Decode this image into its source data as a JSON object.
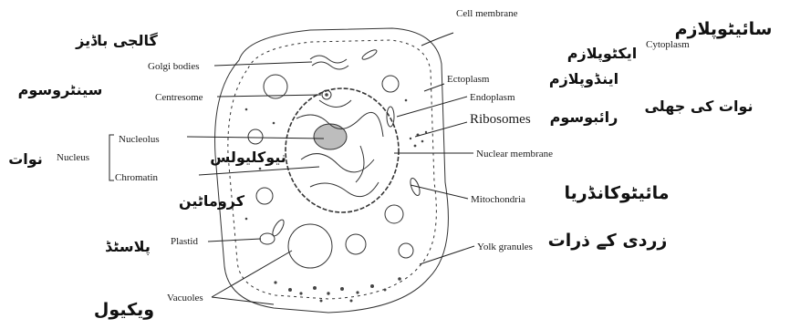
{
  "labels": {
    "cell_membrane": "Cell membrane",
    "golgi_bodies": "Golgi bodies",
    "centresome": "Centresome",
    "cytoplasm": "Cytoplasm",
    "ectoplasm": "Ectoplasm",
    "endoplasm": "Endoplasm",
    "ribosomes": "Ribosomes",
    "nucleolus": "Nucleolus",
    "nucleus": "Nucleus",
    "chromatin": "Chromatin",
    "nuclear_membrane": "Nuclear membrane",
    "mitochondria": "Mitochondria",
    "plastid": "Plastid",
    "yolk_granules": "Yolk granules",
    "vacuoles": "Vacuoles"
  },
  "urdu": {
    "golgi_bodies": "گالجی باڈیز",
    "centresome": "سینٹروسوم",
    "cytoplasm": "سائیٹوپلازم",
    "ectoplasm": "ایکٹوپلازم",
    "endoplasm": "اینڈوپلازم",
    "ribosomes": "رائبوسوم",
    "nuclear_membrane": "نوات کی جھلی",
    "nucleolus": "نیوکلیولس",
    "nucleus": "نوات",
    "chromatin": "کروماٹین",
    "mitochondria": "مائیٹوکانڈریا",
    "yolk_granules": "زردی کے ذرات",
    "plastid": "پلاسٹڈ",
    "vacuoles": "ویکیول"
  }
}
